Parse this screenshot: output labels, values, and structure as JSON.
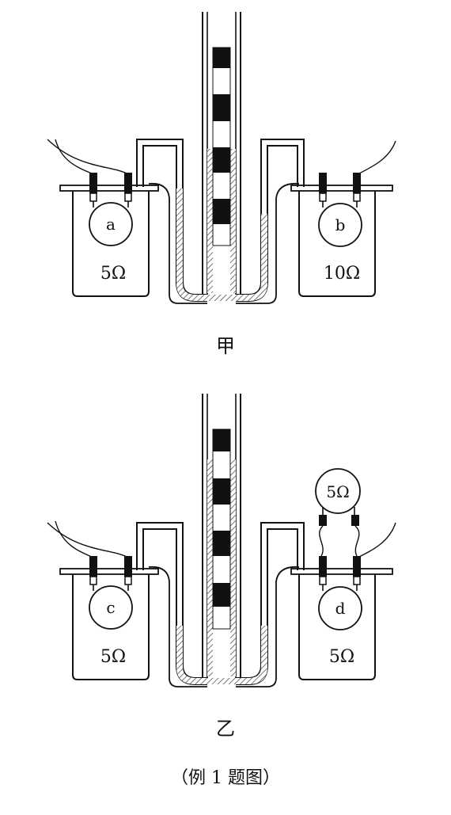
{
  "figure": {
    "top": {
      "caption": "甲",
      "left_bulb": "a",
      "right_bulb": "b",
      "left_resistance": "5Ω",
      "right_resistance": "10Ω"
    },
    "bottom": {
      "caption": "乙",
      "left_bulb": "c",
      "right_bulb": "d",
      "left_resistance": "5Ω",
      "right_resistance": "5Ω",
      "external_resistor": "5Ω"
    },
    "title": "（例 1 题图）"
  }
}
